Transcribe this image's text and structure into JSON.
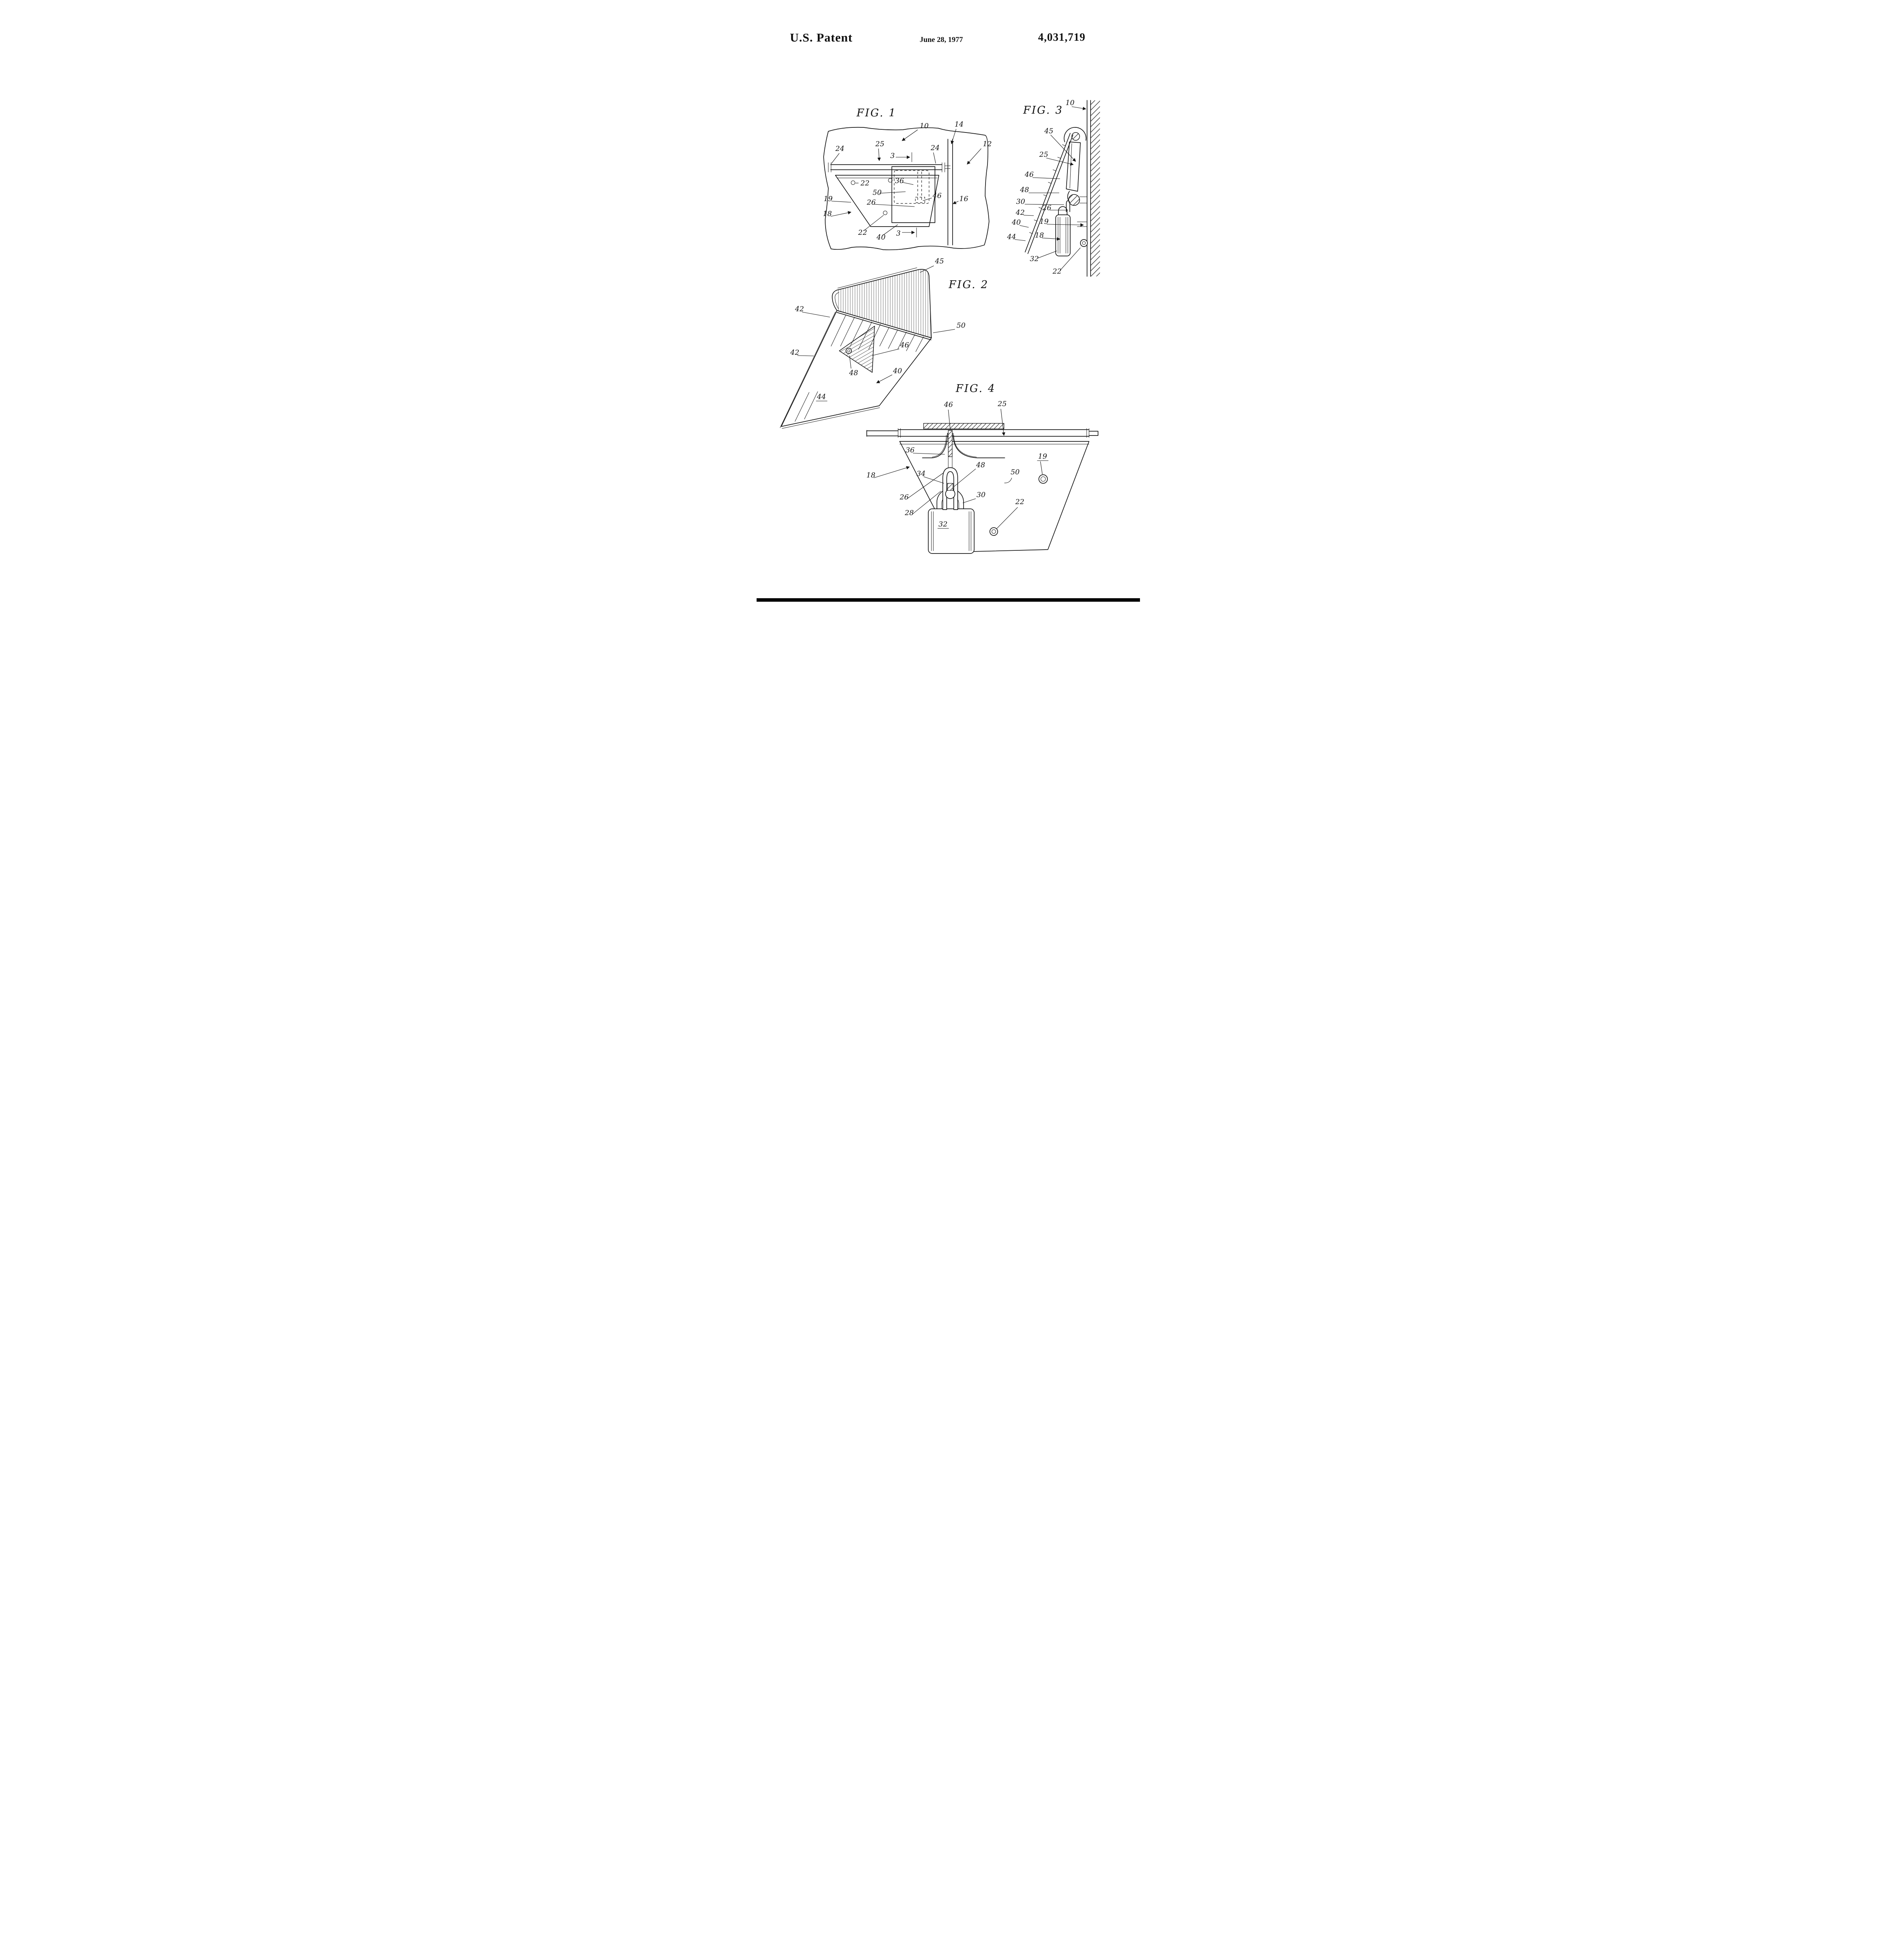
{
  "header": {
    "title": "U.S. Patent",
    "date": "June 28, 1977",
    "number": "4,031,719"
  },
  "figures": {
    "fig1": {
      "title": "FIG. 1",
      "refs": {
        "n10": "10",
        "n14": "14",
        "n24a": "24",
        "n25": "25",
        "n3a": "3",
        "n24b": "24",
        "n12": "12",
        "n22a": "22",
        "n36": "36",
        "n50": "50",
        "n46": "46",
        "n16": "16",
        "n19": "19",
        "n26": "26",
        "n18": "18",
        "n22b": "22",
        "n40": "40",
        "n3b": "3"
      }
    },
    "fig2": {
      "title": "FIG. 2",
      "refs": {
        "n45": "45",
        "n42a": "42",
        "n50": "50",
        "n42b": "42",
        "n46": "46",
        "n48": "48",
        "n40": "40",
        "n44": "44"
      }
    },
    "fig3": {
      "title": "FIG. 3",
      "refs": {
        "n10": "10",
        "n45": "45",
        "n25": "25",
        "n46": "46",
        "n48": "48",
        "n30": "30",
        "n26": "26",
        "n42": "42",
        "n19": "19",
        "n40": "40",
        "n18": "18",
        "n44": "44",
        "n32": "32",
        "n22": "22"
      }
    },
    "fig4": {
      "title": "FIG. 4",
      "refs": {
        "n46": "46",
        "n25": "25",
        "n36": "36",
        "n19": "19",
        "n18": "18",
        "n34": "34",
        "n48": "48",
        "n50": "50",
        "n26": "26",
        "n30": "30",
        "n22": "22",
        "n28": "28",
        "n32": "32"
      }
    }
  }
}
